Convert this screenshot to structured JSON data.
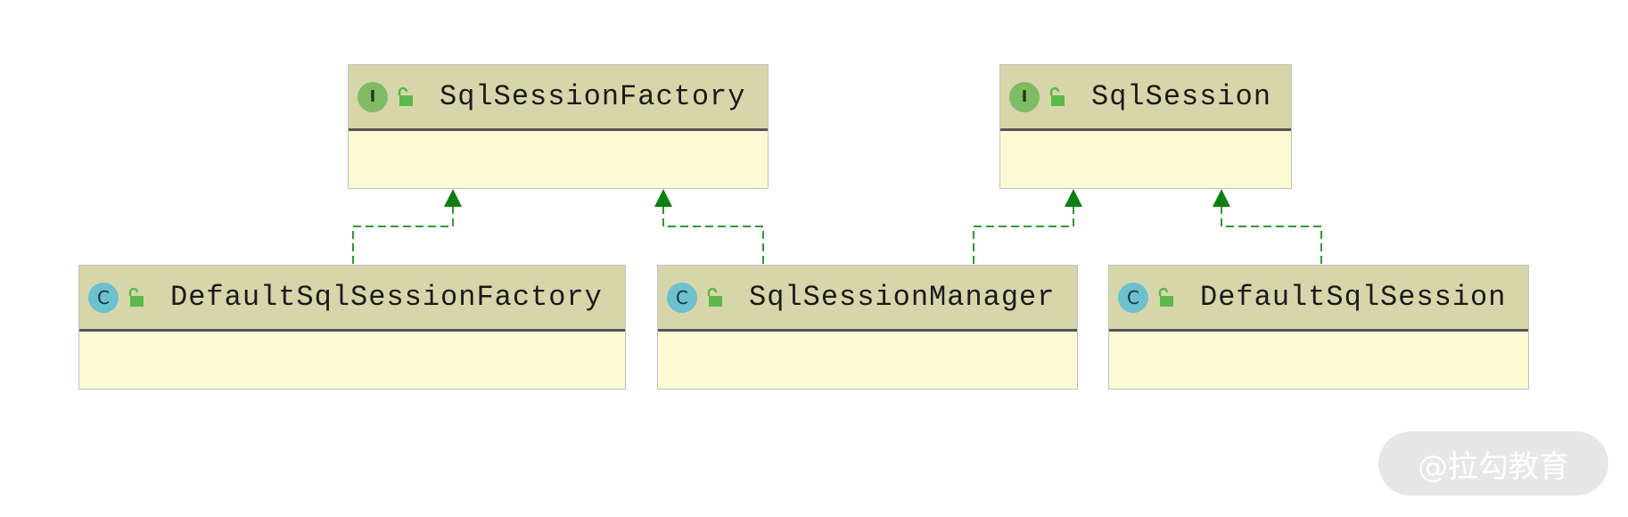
{
  "classes": {
    "sql_session_factory": {
      "name": "SqlSessionFactory",
      "kind": "I"
    },
    "sql_session": {
      "name": "SqlSession",
      "kind": "I"
    },
    "default_sql_session_factory": {
      "name": "DefaultSqlSessionFactory",
      "kind": "C"
    },
    "sql_session_manager": {
      "name": "SqlSessionManager",
      "kind": "C"
    },
    "default_sql_session": {
      "name": "DefaultSqlSession",
      "kind": "C"
    }
  },
  "relations": [
    {
      "from": "DefaultSqlSessionFactory",
      "to": "SqlSessionFactory",
      "type": "implements"
    },
    {
      "from": "SqlSessionManager",
      "to": "SqlSessionFactory",
      "type": "implements"
    },
    {
      "from": "SqlSessionManager",
      "to": "SqlSession",
      "type": "implements"
    },
    {
      "from": "DefaultSqlSession",
      "to": "SqlSession",
      "type": "implements"
    }
  ],
  "colors": {
    "header": "#d7d6aa",
    "body": "#fcfad4",
    "interface_badge": "#7fbb65",
    "class_badge": "#6dc0cd",
    "arrow": "#1a8a1a"
  },
  "icons": {
    "visibility": "open-lock-icon"
  },
  "watermark": "@拉勾教育"
}
